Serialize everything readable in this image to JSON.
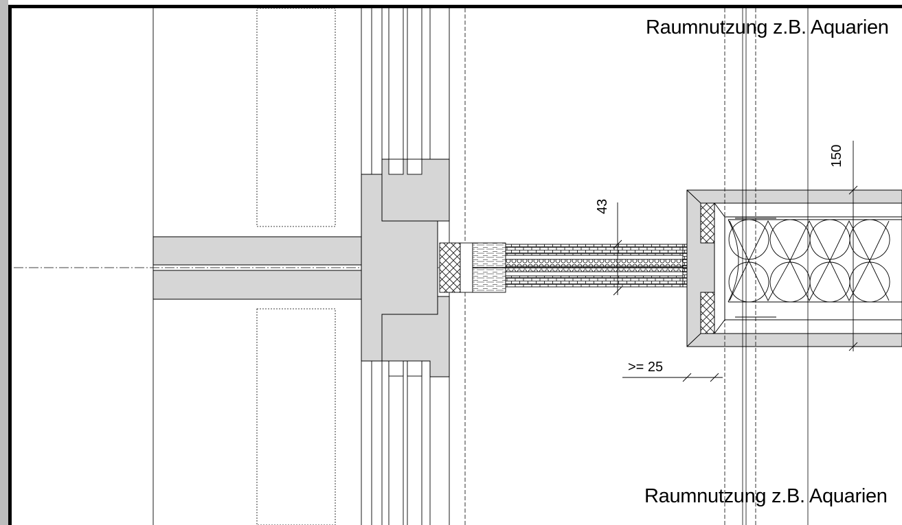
{
  "labels": {
    "room_usage_top": "Raumnutzung z.B. Aquarien",
    "room_usage_bottom": "Raumnutzung z.B. Aquarien",
    "dim_panel_thickness": "43",
    "dim_wall_thickness": "150",
    "dim_min_gap": ">= 25"
  },
  "colors": {
    "line": "#000000",
    "fill_gray": "#d6d6d6",
    "fill_white": "#ffffff"
  }
}
